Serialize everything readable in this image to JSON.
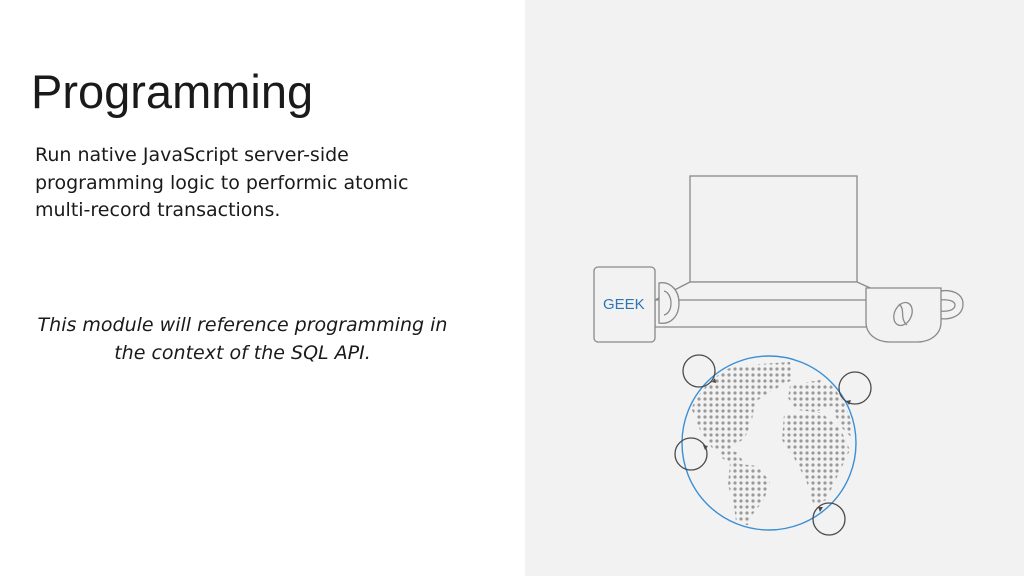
{
  "slide": {
    "title": "Programming",
    "description": "Run native JavaScript server-side programming logic to performic atomic multi-record transactions.",
    "note": "This module will reference programming in the context of the SQL API."
  },
  "illustration": {
    "mug_label": "GEEK",
    "colors": {
      "line": "#8a8a8a",
      "globe_outline": "#3a8fd6",
      "mug_text": "#2e75b6",
      "dots": "#9a9a9a",
      "panel": "#f2f2f2"
    }
  }
}
